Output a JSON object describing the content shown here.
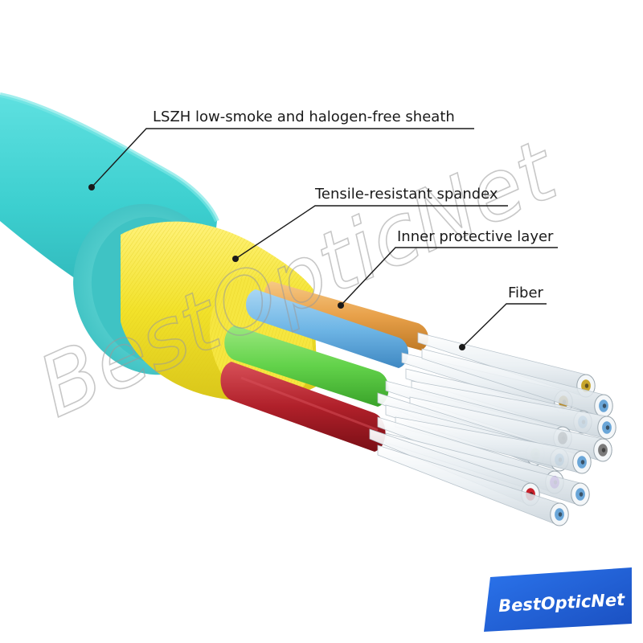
{
  "labels": {
    "sheath": "LSZH low-smoke and halogen-free sheath",
    "spandex": "Tensile-resistant spandex",
    "inner_layer": "Inner protective layer",
    "fiber": "Fiber"
  },
  "watermark": "BestOpticNet",
  "badge": "BestOpticNet",
  "colors": {
    "sheath": "#3ccfcf",
    "sheath_dark": "#2aaab0",
    "spandex": "#f2e22a",
    "tube_blue": "#6fb6e6",
    "tube_orange": "#e8a14a",
    "tube_green": "#62d24a",
    "tube_red": "#b0202a",
    "badge": "#1f5fd6"
  },
  "fiber_cores": [
    "#c7a52a",
    "#6aa6d8",
    "#b98d2c",
    "#6aa6d8",
    "#6aa6d8",
    "#3a3a3a",
    "#7bd24a",
    "#6aa6d8",
    "#6aa6d8",
    "#8b2fd0",
    "#6aa6d8",
    "#c8202a",
    "#6aa6d8",
    "#7a7a7a"
  ]
}
